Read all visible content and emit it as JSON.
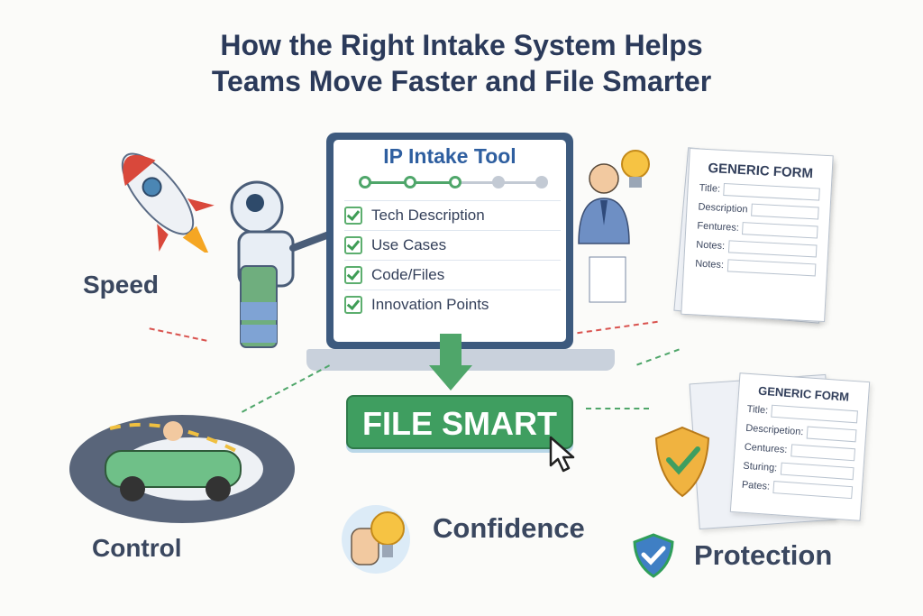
{
  "title": {
    "line1": "How the Right Intake System Helps",
    "line2": "Teams Move Faster and File Smarter"
  },
  "intake_tool": {
    "title": "IP Intake Tool",
    "progress": {
      "total_steps": 5,
      "completed_steps": 3
    },
    "checklist": [
      {
        "label": "Tech Description",
        "checked": true
      },
      {
        "label": "Use Cases",
        "checked": true
      },
      {
        "label": "Code/Files",
        "checked": true
      },
      {
        "label": "Innovation Points",
        "checked": true
      }
    ]
  },
  "cta_button": {
    "label": "FILE SMART"
  },
  "generic_form_top": {
    "title": "GENERIC FORM",
    "fields": [
      "Title:",
      "Description",
      "Fentures:",
      "Notes:",
      "Notes:"
    ]
  },
  "generic_form_bottom": {
    "title": "GENERIC FORM",
    "fields": [
      "Title:",
      "Descripetion:",
      "Centures:",
      "Sturing:",
      "Pates:"
    ]
  },
  "benefits": {
    "speed": "Speed",
    "control": "Control",
    "confidence": "Confidence",
    "protection": "Protection"
  },
  "colors": {
    "title": "#2b3a5a",
    "accent_green": "#3f9e60",
    "tool_title_blue": "#2f5fa0",
    "arrow_red": "#d9534f"
  }
}
